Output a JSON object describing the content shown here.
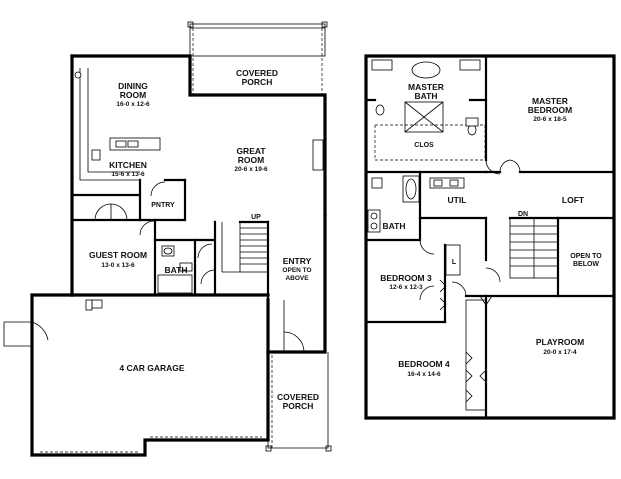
{
  "first_floor": {
    "dining_room": {
      "name_1": "DINING",
      "name_2": "ROOM",
      "dim": "16-0 x 12-6"
    },
    "covered_porch_rear": {
      "name_1": "COVERED",
      "name_2": "PORCH"
    },
    "great_room": {
      "name_1": "GREAT",
      "name_2": "ROOM",
      "dim": "20-6 x 19-6"
    },
    "kitchen": {
      "name": "KITCHEN",
      "dim": "15-6 x 13-6"
    },
    "pantry": {
      "name": "PNTRY"
    },
    "up_label": "UP",
    "guest_room": {
      "name": "GUEST ROOM",
      "dim": "13-0 x 13-6"
    },
    "bath": {
      "name": "BATH"
    },
    "entry": {
      "name": "ENTRY",
      "note_1": "OPEN TO",
      "note_2": "ABOVE"
    },
    "garage": {
      "name": "4 CAR GARAGE"
    },
    "covered_porch_front": {
      "name_1": "COVERED",
      "name_2": "PORCH"
    }
  },
  "second_floor": {
    "master_bath": {
      "name_1": "MASTER",
      "name_2": "BATH"
    },
    "master_bedroom": {
      "name_1": "MASTER",
      "name_2": "BEDROOM",
      "dim": "20-6 x 18-5"
    },
    "closet": {
      "name": "CLOS"
    },
    "util": {
      "name": "UTIL"
    },
    "loft": {
      "name": "LOFT"
    },
    "bath": {
      "name": "BATH"
    },
    "dn_label": "DN",
    "bedroom_3": {
      "name": "BEDROOM 3",
      "dim": "12-6 x 12-3"
    },
    "linen": {
      "name": "L"
    },
    "open_to_below": {
      "line_1": "OPEN TO",
      "line_2": "BELOW"
    },
    "bedroom_4": {
      "name": "BEDROOM 4",
      "dim": "16-4 x 14-6"
    },
    "playroom": {
      "name": "PLAYROOM",
      "dim": "20-0 x 17-4"
    }
  }
}
